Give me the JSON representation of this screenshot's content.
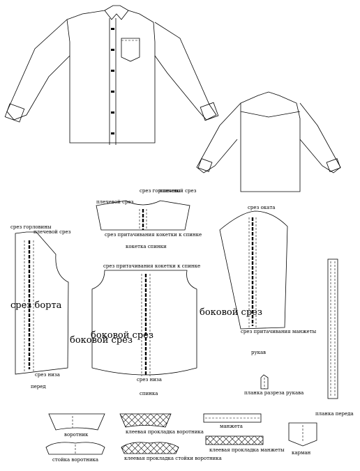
{
  "labels": {
    "back_yoke": {
      "neck_edge": "срез горловины",
      "shoulder_left": "плечевой срез",
      "shoulder_right": "плечевой срез",
      "seam": "срез притачивания кокетки к спинке",
      "title": "кокетка спинки"
    },
    "front": {
      "neck": "срез горловины",
      "shoulder": "плечевой срез",
      "side_big": "срез борта",
      "hem": "срез низа",
      "title": "перед"
    },
    "back": {
      "seam": "срез притачивания кокетки к спинке",
      "side_big_left": "боковой срез",
      "side_big_right": "боковой срез",
      "hem": "срез низа",
      "title": "спинка"
    },
    "sleeve": {
      "head": "срез оката",
      "side_big": "боковой срез",
      "cuff_seam": "срез притачивания манжеты",
      "title": "рукав"
    },
    "placket_sleeve": "планка разреза рукава",
    "placket_front": "планка переда",
    "collar": "воротник",
    "collar_interfacing": "клеевая прокладка воротника",
    "collar_stand": "стойка воротника",
    "collar_stand_interfacing": "клеевая прокладка стойки воротника",
    "cuff": "манжета",
    "cuff_interfacing": "клеевая прокладка манжеты",
    "pocket": "карман"
  }
}
